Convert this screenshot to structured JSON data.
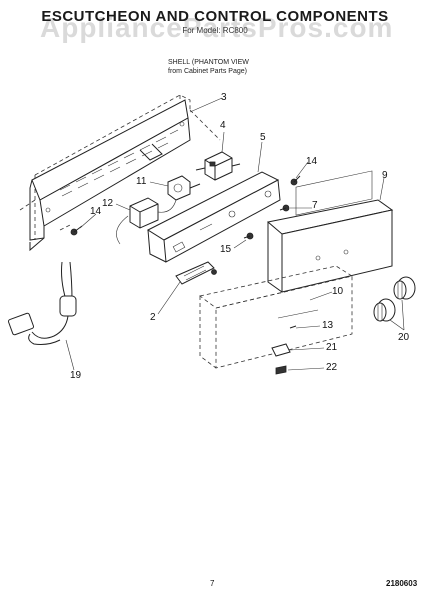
{
  "header": {
    "title": "ESCUTCHEON AND CONTROL COMPONENTS",
    "subtitle": "For Model: RC800",
    "watermark": "AppliancePartsPros.com"
  },
  "note": {
    "line1": "SHELL (PHANTOM VIEW",
    "line2": "from Cabinet Parts Page)"
  },
  "callouts": {
    "c3": "3",
    "c4": "4",
    "c5": "5",
    "c14a": "14",
    "c9": "9",
    "c11": "11",
    "c12": "12",
    "c14b": "14",
    "c7": "7",
    "c15": "15",
    "c10": "10",
    "c2": "2",
    "c13": "13",
    "c21": "21",
    "c22": "22",
    "c20": "20",
    "c19": "19"
  },
  "footer": {
    "page_number": "7",
    "doc_code": "2180603"
  }
}
